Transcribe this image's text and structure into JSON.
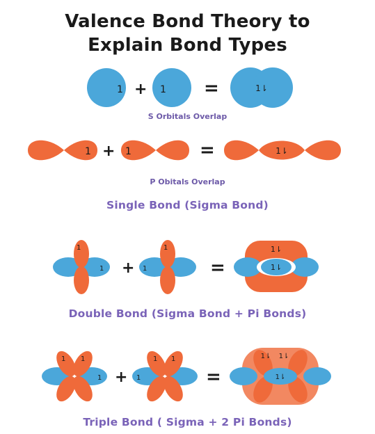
{
  "title": {
    "line1": "Valence Bond Theory to",
    "line2": "Explain Bond Types"
  },
  "captions": {
    "s_overlap": "S Orbitals Overlap",
    "p_overlap": "P Obitals Overlap",
    "single_bond": "Single Bond (Sigma Bond)",
    "double_bond": "Double Bond (Sigma Bond + Pi Bonds)",
    "triple_bond": "Triple Bond ( Sigma + 2 Pi Bonds)"
  },
  "symbols": {
    "plus": "+",
    "equals": "=",
    "one": "1",
    "pair": "1⇂"
  },
  "colors": {
    "s_orbital": "#4ba7da",
    "p_orbital": "#ef6a3a",
    "caption": "#7a63b8",
    "title": "#1a1a1a"
  }
}
